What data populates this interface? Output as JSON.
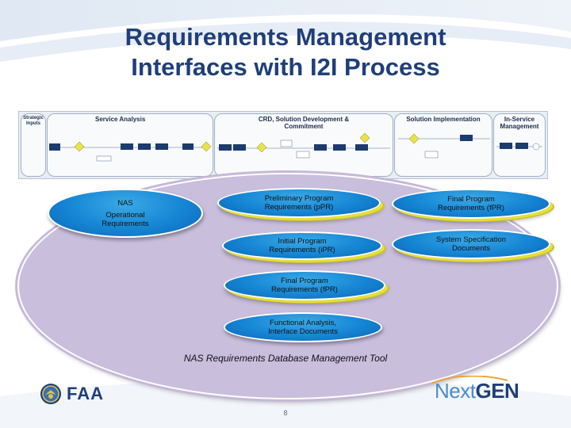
{
  "title_line1": "Requirements Management",
  "title_line2": "Interfaces with I2I Process",
  "process": {
    "phases": [
      {
        "label": "Strategic Inputs"
      },
      {
        "label": "Service Analysis"
      },
      {
        "label": "CRD, Solution Development & Commitment"
      },
      {
        "label": "Solution Implementation"
      },
      {
        "label": "In-Service Management"
      }
    ]
  },
  "nodes": {
    "nas_line1": "NAS",
    "nas_line2": "Operational Requirements",
    "ppr": "Preliminary Program Requirements (pPR)",
    "ipr": "Initial Program Requirements (iPR)",
    "fpr_mid": "Final Program Requirements (fPR)",
    "fad": "Functional Analysis, Interface Documents",
    "fpr_right": "Final Program Requirements (fPR)",
    "ssd": "System Specification Documents"
  },
  "database_label": "NAS Requirements Database Management  Tool",
  "footer": {
    "faa": "FAA",
    "nextgen_a": "Next",
    "nextgen_b": "GEN",
    "page": "8"
  },
  "colors": {
    "title": "#1f3f7a",
    "oval_blue": "#1585d4",
    "db_oval": "#c9bedc",
    "shadow_yellow": "#e6df3a"
  }
}
